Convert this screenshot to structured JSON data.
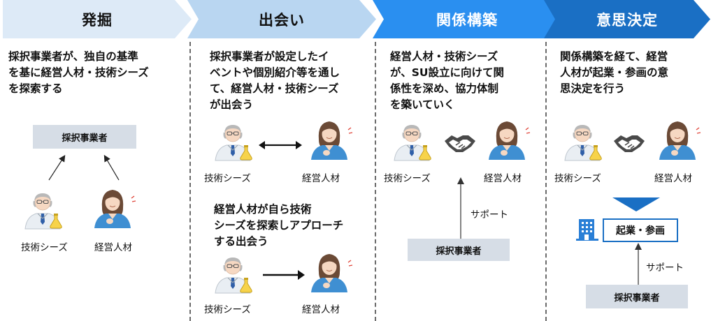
{
  "stages": [
    {
      "title": "発掘",
      "desc_lines": [
        "採択事業者が、独自の基準",
        "を基に経営人材・技術シーズ",
        "を探索する"
      ]
    },
    {
      "title": "出会い",
      "desc_lines": [
        "採択事業者が設定したイ",
        "ベントや個別紹介等を通し",
        "て、経営人材・技術シーズ",
        "が出会う"
      ]
    },
    {
      "title": "関係構築",
      "desc_lines": [
        "経営人材・技術シーズ",
        "が、SU設立に向けて関",
        "係性を深め、協力体制",
        "を築いていく"
      ]
    },
    {
      "title": "意思決定",
      "desc_lines": [
        "関係構築を経て、経営",
        "人材が起業・参画の意",
        "思決定を行う"
      ]
    }
  ],
  "labels": {
    "adopter": "採択事業者",
    "tech": "技術シーズ",
    "manager": "経営人材",
    "support": "サポート",
    "startup": "起業・参画",
    "approach_lines": [
      "経営人材が自ら技術",
      "シーズを探索しアプローチ",
      "する出会う"
    ]
  },
  "colors": {
    "stage1": "#ddeaf7",
    "stage2": "#b9d6f1",
    "stage3": "#2a8ff0",
    "stage4": "#1a6fc4",
    "box": "#d6dde6",
    "divider": "#6b6b6b"
  }
}
